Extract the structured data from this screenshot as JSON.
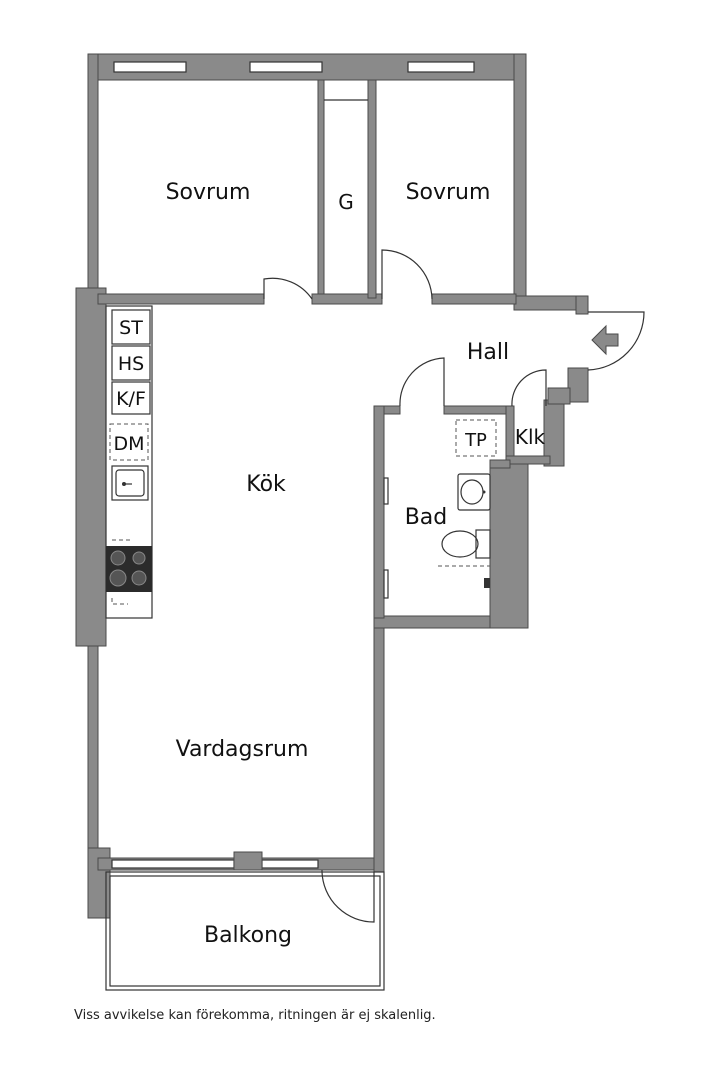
{
  "rooms": {
    "bedroom_left": "Sovrum",
    "wardrobe": "G",
    "bedroom_right": "Sovrum",
    "hall": "Hall",
    "kitchen": "Kök",
    "bathroom": "Bad",
    "closet": "Klk",
    "dryer": "TP",
    "living_room": "Vardagsrum",
    "balcony": "Balkong"
  },
  "appliances": {
    "freezer": "ST",
    "fridge": "HS",
    "fridge_freezer": "K/F",
    "dishwasher": "DM"
  },
  "footnote": "Viss avvikelse kan förekomma, ritningen är ej skalenlig.",
  "colors": {
    "wall": "#8a8a8a",
    "wall_outline": "#4a4a4a",
    "line": "#333333",
    "stove": "#2b2b2b"
  }
}
